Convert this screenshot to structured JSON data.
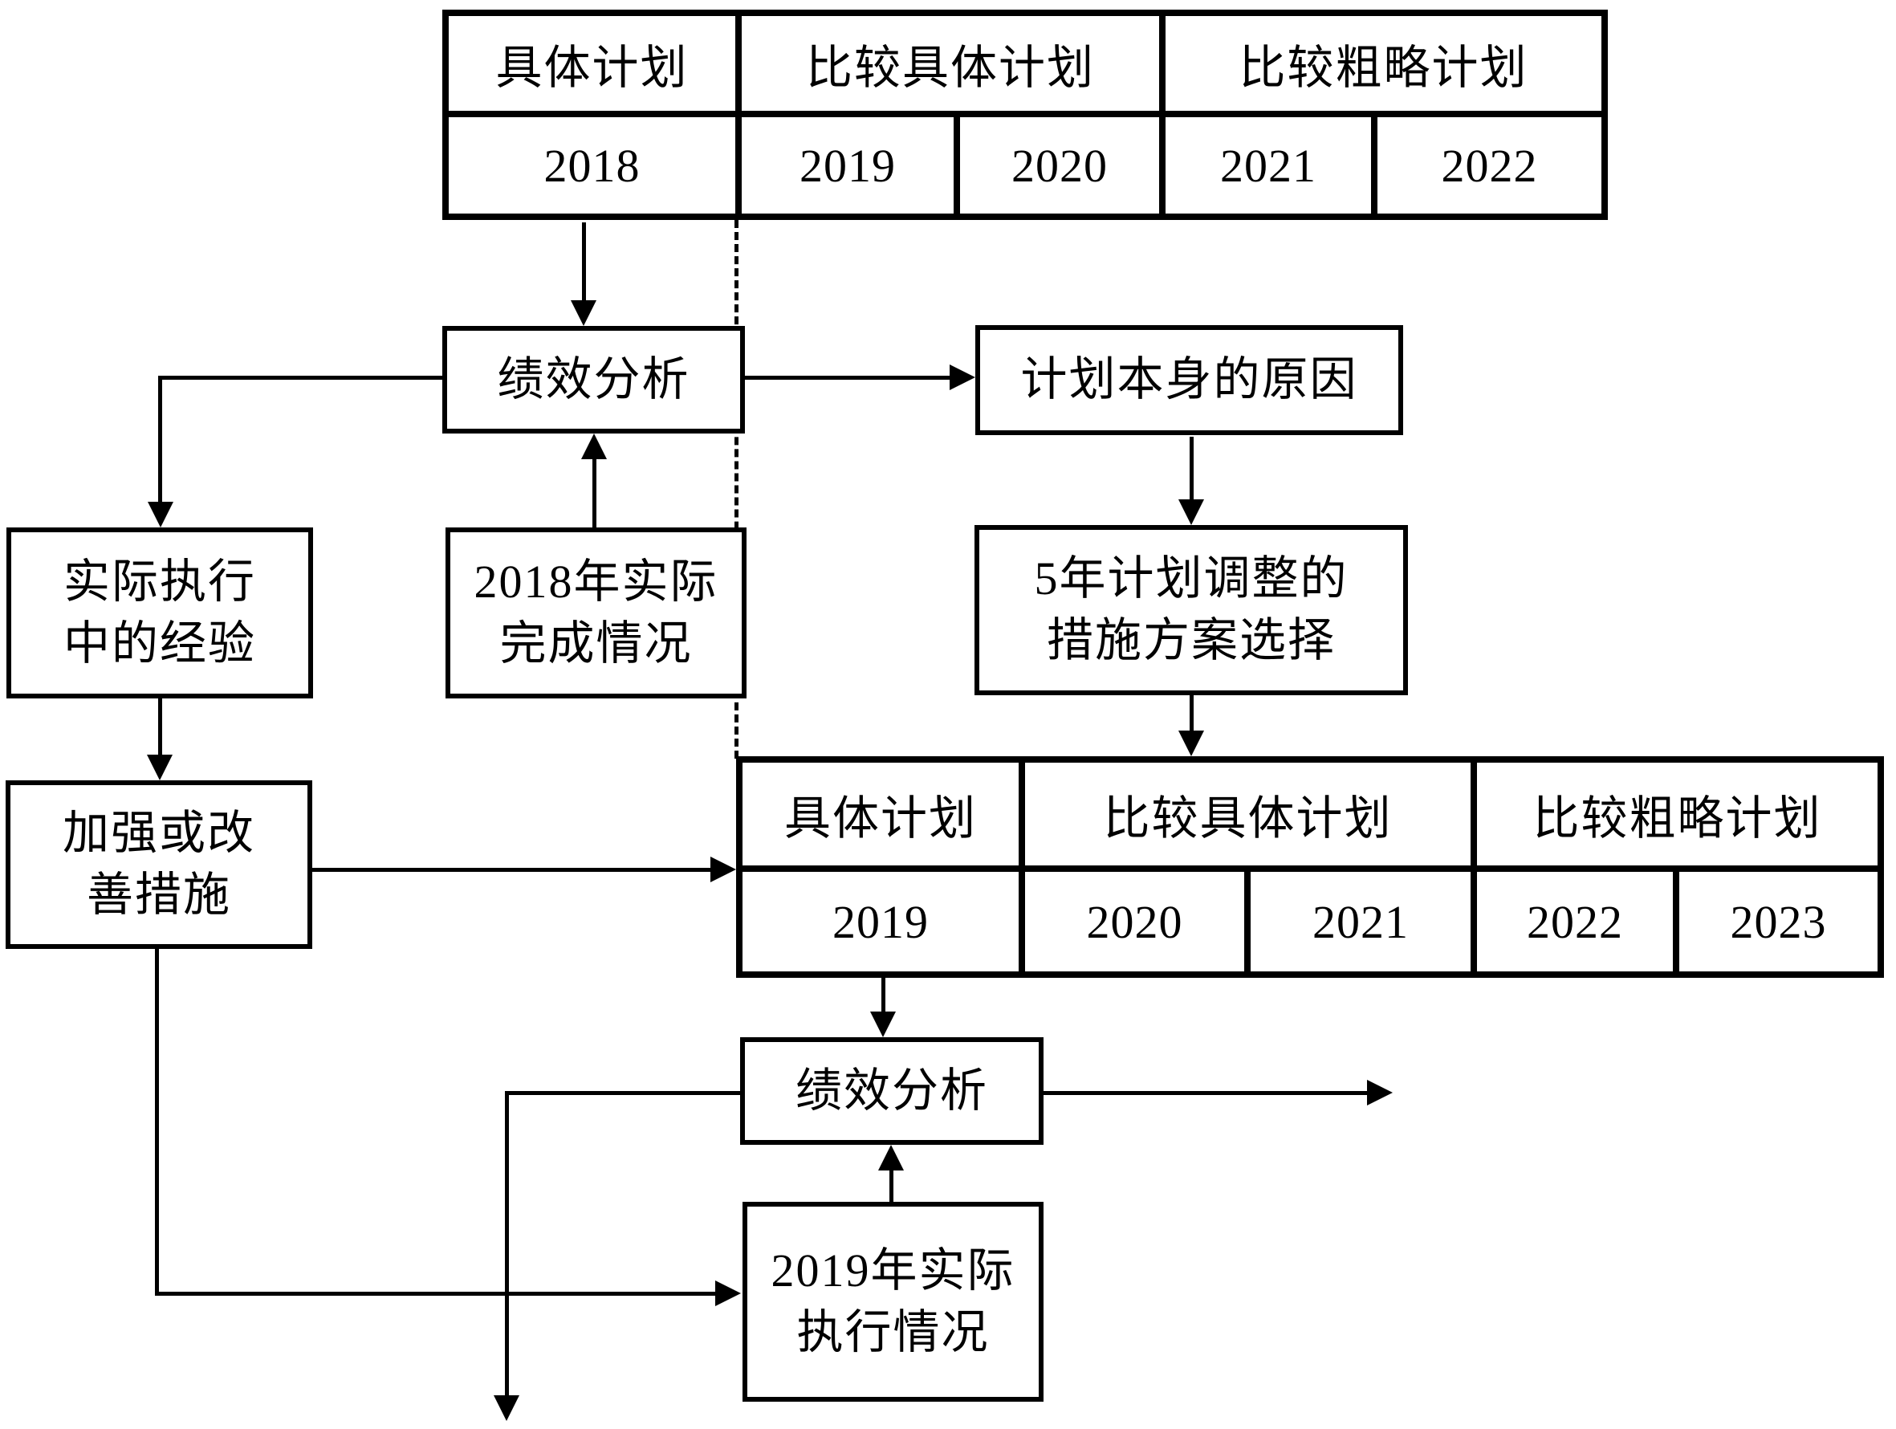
{
  "colors": {
    "line": "#000000",
    "background": "#ffffff"
  },
  "tables": {
    "top": {
      "headers": [
        "具体计划",
        "比较具体计划",
        "比较粗略计划"
      ],
      "years": [
        "2018",
        "2019",
        "2020",
        "2021",
        "2022"
      ]
    },
    "bottom": {
      "headers": [
        "具体计划",
        "比较具体计划",
        "比较粗略计划"
      ],
      "years": [
        "2019",
        "2020",
        "2021",
        "2022",
        "2023"
      ]
    }
  },
  "boxes": {
    "perf1": {
      "label": "绩效分析"
    },
    "reason": {
      "label": "计划本身的原因"
    },
    "experience": {
      "line1": "实际执行",
      "line2": "中的经验"
    },
    "done2018": {
      "line1": "2018年实际",
      "line2": "完成情况"
    },
    "adjust": {
      "line1": "5年计划调整的",
      "line2": "措施方案选择"
    },
    "improve": {
      "line1": "加强或改",
      "line2": "善措施"
    },
    "perf2": {
      "label": "绩效分析"
    },
    "exec2019": {
      "line1": "2019年实际",
      "line2": "执行情况"
    }
  }
}
